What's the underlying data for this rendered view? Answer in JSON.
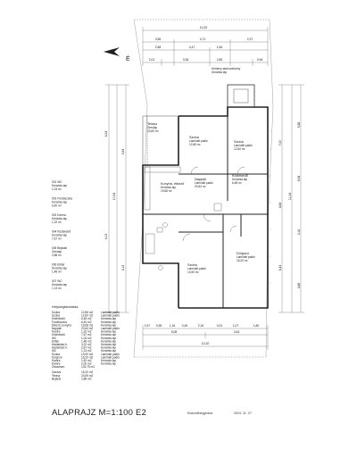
{
  "drawing": {
    "title": "ALAPRAJZ M=1:100 E2",
    "footer_place": "Kiskunfélegyháza",
    "footer_date": "2024. 11. 27.",
    "north_letter": "É"
  },
  "top_dims": {
    "overall": "10,20",
    "row2": [
      "3,56",
      "4,71",
      "2,37"
    ],
    "row3": [
      "2,68",
      "4,47",
      "1,84"
    ],
    "row4": [
      "2,01",
      "3,36",
      "2,80",
      "0,94"
    ]
  },
  "bottom_dims": {
    "row1": [
      "0,37",
      "0,95",
      "1,16",
      "0,49",
      "2,16",
      "0,91",
      "1,07",
      "1,80"
    ],
    "row2": [
      "5,08",
      "3,43"
    ],
    "overall": "10,20"
  },
  "side_dims_left": [
    "6,24",
    "4,13",
    "10,54",
    "3,94",
    "4,13"
  ],
  "side_dims_right": [
    "7,20",
    "4,84",
    "6,43",
    "11,24",
    "5,88",
    "6,94",
    "3,16",
    "4,86"
  ],
  "rooms": [
    {
      "name": "Kémény alatt szekrény",
      "floor": "Kerámia lap",
      "area": ""
    },
    {
      "name": "Szoba",
      "floor": "Laminált padló",
      "area": "12,86 m²"
    },
    {
      "name": "Szoba",
      "floor": "Laminált padló",
      "area": "12,60 m²"
    },
    {
      "name": "Terasz",
      "floor": "Greslap",
      "area": "23,69 m²"
    },
    {
      "name": "Nappali",
      "floor": "Laminált padló",
      "area": "20,64 m²"
    },
    {
      "name": "Konyha, étkező",
      "floor": "Kerámia lap",
      "area": "19,68 m²"
    },
    {
      "name": "Közlekedő",
      "floor": "Kerámia lap",
      "area": "6,48 m²"
    },
    {
      "name": "Szoba",
      "floor": "Laminált padló",
      "area": "13,90 m²"
    },
    {
      "name": "Dolgozó",
      "floor": "Laminált padló",
      "area": "16,20 m²"
    }
  ],
  "side_legend": [
    {
      "id": "001",
      "name": "WC",
      "floor": "Kerámia lap",
      "area": "1,03 m²"
    },
    {
      "id": "002",
      "name": "Fürdőszoba",
      "floor": "Kerámia lap",
      "area": "6,40 m²"
    },
    {
      "id": "003",
      "name": "Kamra",
      "floor": "Kerámia lap",
      "area": "1,32 m²"
    },
    {
      "id": "004",
      "name": "Közlekedő",
      "floor": "Kerámia lap",
      "area": "7,67 m²"
    },
    {
      "id": "005",
      "name": "Bejárati",
      "floor": "Greslap",
      "area": "2,88 m²"
    },
    {
      "id": "006",
      "name": "Előtér",
      "floor": "Kerámia lap",
      "area": "1,48 m²"
    },
    {
      "id": "007",
      "name": "WC",
      "floor": "Kerámia lap",
      "area": "1,13 m²"
    }
  ],
  "schedule_title": "Helyiségkimutatás:",
  "schedule": [
    {
      "name": "Szoba",
      "area": "12,86 m2",
      "floor": "Laminált padló"
    },
    {
      "name": "Szoba",
      "area": "12,60 m2",
      "floor": "Laminált padló"
    },
    {
      "name": "Közlekedő",
      "area": "6,48 m2",
      "floor": "Kerámia lap"
    },
    {
      "name": "Fürdőszoba",
      "area": "6,40 m2",
      "floor": "Kerámia lap"
    },
    {
      "name": "Étkező, konyha",
      "area": "19,68 m2",
      "floor": "Kerámia lap"
    },
    {
      "name": "Nappali",
      "area": "20,64 m2",
      "floor": "Laminált padló"
    },
    {
      "name": "Kamra",
      "area": "1,32 m2",
      "floor": "Kerámia lap"
    },
    {
      "name": "Közlekedő",
      "area": "7,67 m2",
      "floor": "Kerámia lap"
    },
    {
      "name": "WC",
      "area": "1,03 m2",
      "floor": "Kerámia lap"
    },
    {
      "name": "Előtér",
      "area": "1,48 m2",
      "floor": "Kerámia lap"
    },
    {
      "name": "Háztartási h.",
      "area": "3,22 m2",
      "floor": "Kerámia lap"
    },
    {
      "name": "Háztartási h.",
      "area": "2,87 m2",
      "floor": "Kerámia lap"
    },
    {
      "name": "WC",
      "area": "1,13 m2",
      "floor": "Kerámia lap"
    },
    {
      "name": "Szoba",
      "area": "13,90 m2",
      "floor": "Laminált padló"
    },
    {
      "name": "Dolgozó",
      "area": "16,20 m2",
      "floor": "Laminált padló"
    },
    {
      "name": "Kamra",
      "area": "1,52 m2",
      "floor": "Kerámia lap"
    },
    {
      "name": "Kamra",
      "area": "2,00 m2",
      "floor": "Kerámia lap"
    }
  ],
  "total": {
    "label": "Összesen:",
    "area": "133,75 m2"
  },
  "extras": [
    {
      "name": "Garázs",
      "area": "15,20 m2"
    },
    {
      "name": "Terasz",
      "area": "23,69 m2"
    },
    {
      "name": "Bejárat",
      "area": "2,88 m2"
    }
  ]
}
